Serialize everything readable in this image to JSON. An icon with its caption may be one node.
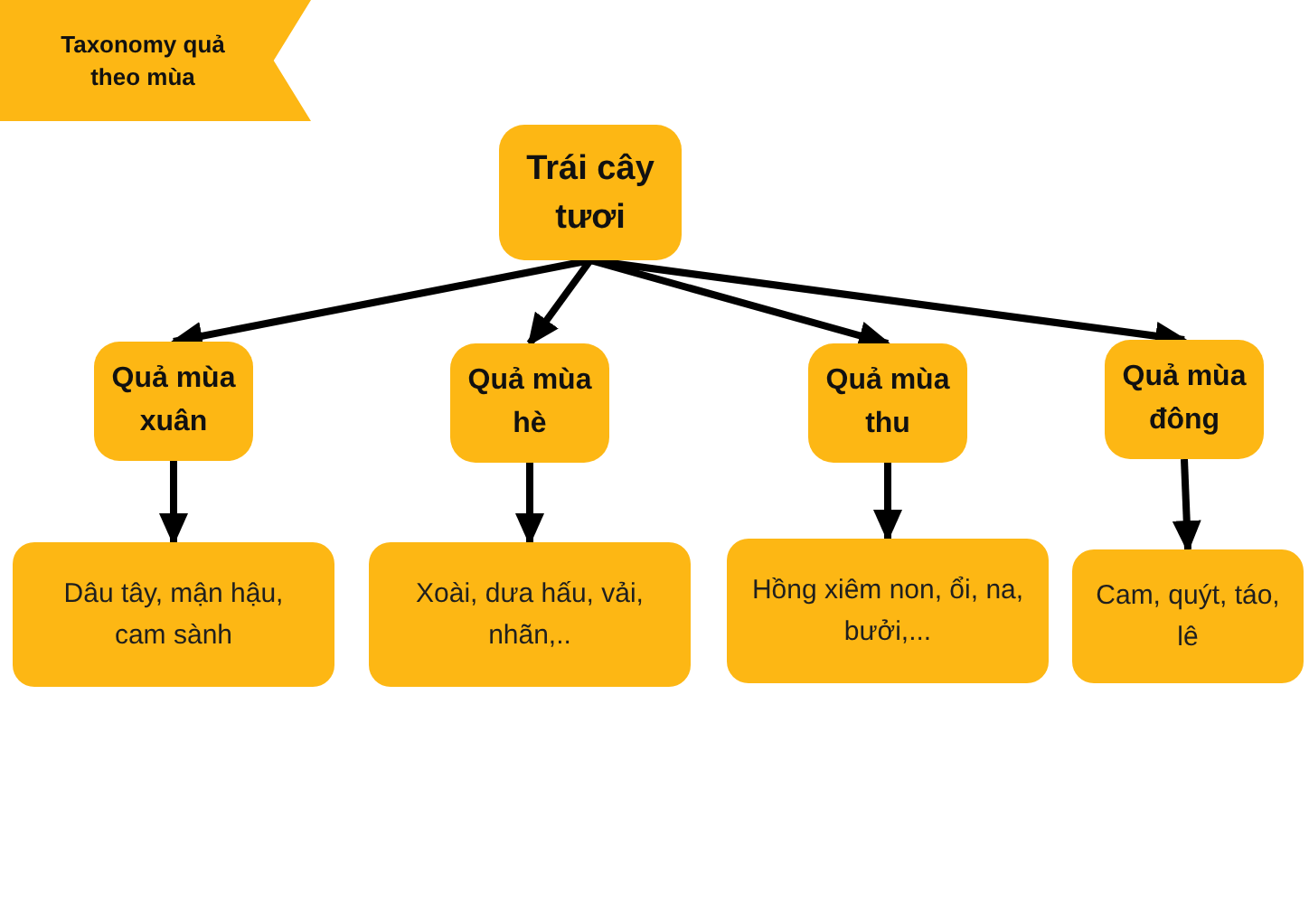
{
  "diagram": {
    "title": "Taxonomy quả theo mùa",
    "nodes": [
      {
        "text": [
          "Trái cây tươi"
        ]
      },
      {
        "text": [
          "Quả mùa xuân"
        ]
      },
      {
        "text": [
          "Quả mùa hè"
        ]
      },
      {
        "text": [
          "Quả mùa thu"
        ]
      },
      {
        "text": [
          "Quả mùa đông"
        ]
      },
      {
        "text": [
          "Dâu tây, mận hậu, cam sành"
        ]
      },
      {
        "text": [
          "Xoài, dưa hấu, vải, nhãn,.."
        ]
      },
      {
        "text": [
          "Hồng xiêm non, ổi, na, bưởi,..."
        ]
      },
      {
        "text": [
          "Cam, quýt, táo, lê"
        ]
      }
    ],
    "edges": [
      {
        "from": 0,
        "to": 1,
        "arrow": "to"
      },
      {
        "from": 0,
        "to": 2,
        "arrow": "to"
      },
      {
        "from": 0,
        "to": 3,
        "arrow": "to"
      },
      {
        "from": 0,
        "to": 4,
        "arrow": "to"
      },
      {
        "from": 1,
        "to": 5,
        "arrow": "to"
      },
      {
        "from": 2,
        "to": 6,
        "arrow": "to"
      },
      {
        "from": 3,
        "to": 7,
        "arrow": "to"
      },
      {
        "from": 4,
        "to": 8,
        "arrow": "to"
      }
    ]
  }
}
